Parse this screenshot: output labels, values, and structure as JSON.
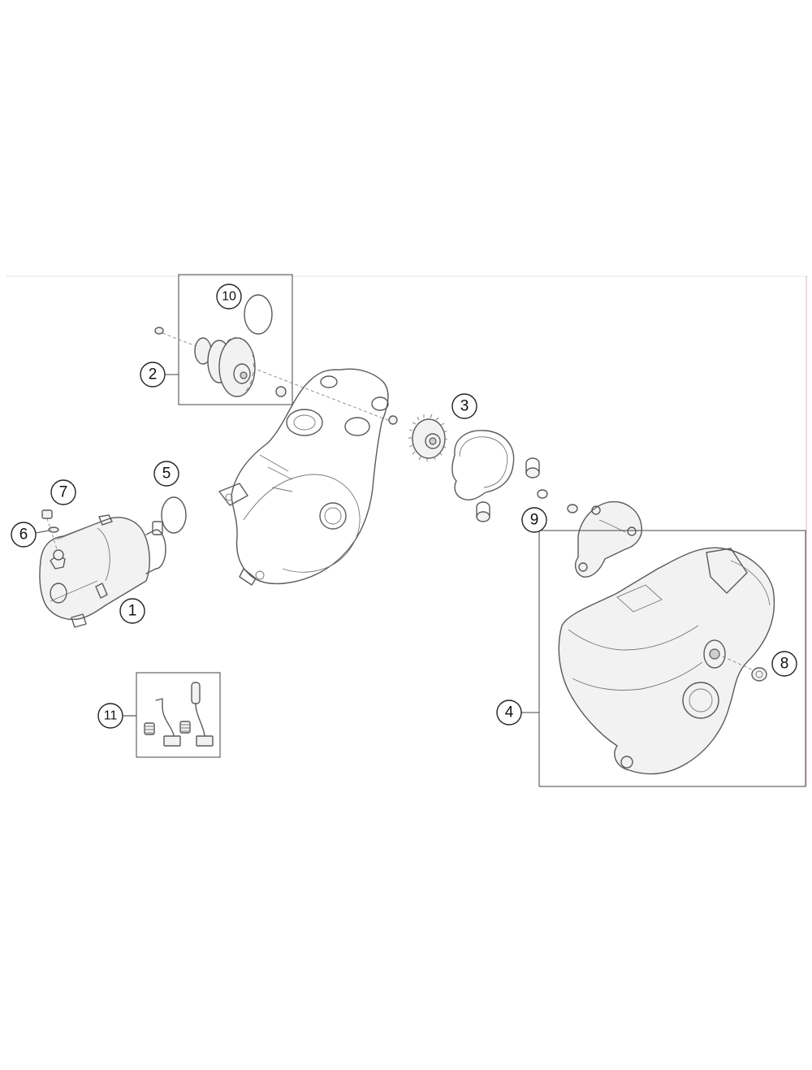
{
  "callouts": [
    {
      "id": "c1",
      "label": "1"
    },
    {
      "id": "c2",
      "label": "2"
    },
    {
      "id": "c3",
      "label": "3"
    },
    {
      "id": "c4",
      "label": "4"
    },
    {
      "id": "c5",
      "label": "5"
    },
    {
      "id": "c6",
      "label": "6"
    },
    {
      "id": "c7",
      "label": "7"
    },
    {
      "id": "c8",
      "label": "8"
    },
    {
      "id": "c9",
      "label": "9"
    },
    {
      "id": "c10",
      "label": "10"
    },
    {
      "id": "c11",
      "label": "11"
    }
  ],
  "colors": {
    "line": "#5a5a5a",
    "callout_border": "#222222",
    "background": "#ffffff"
  }
}
